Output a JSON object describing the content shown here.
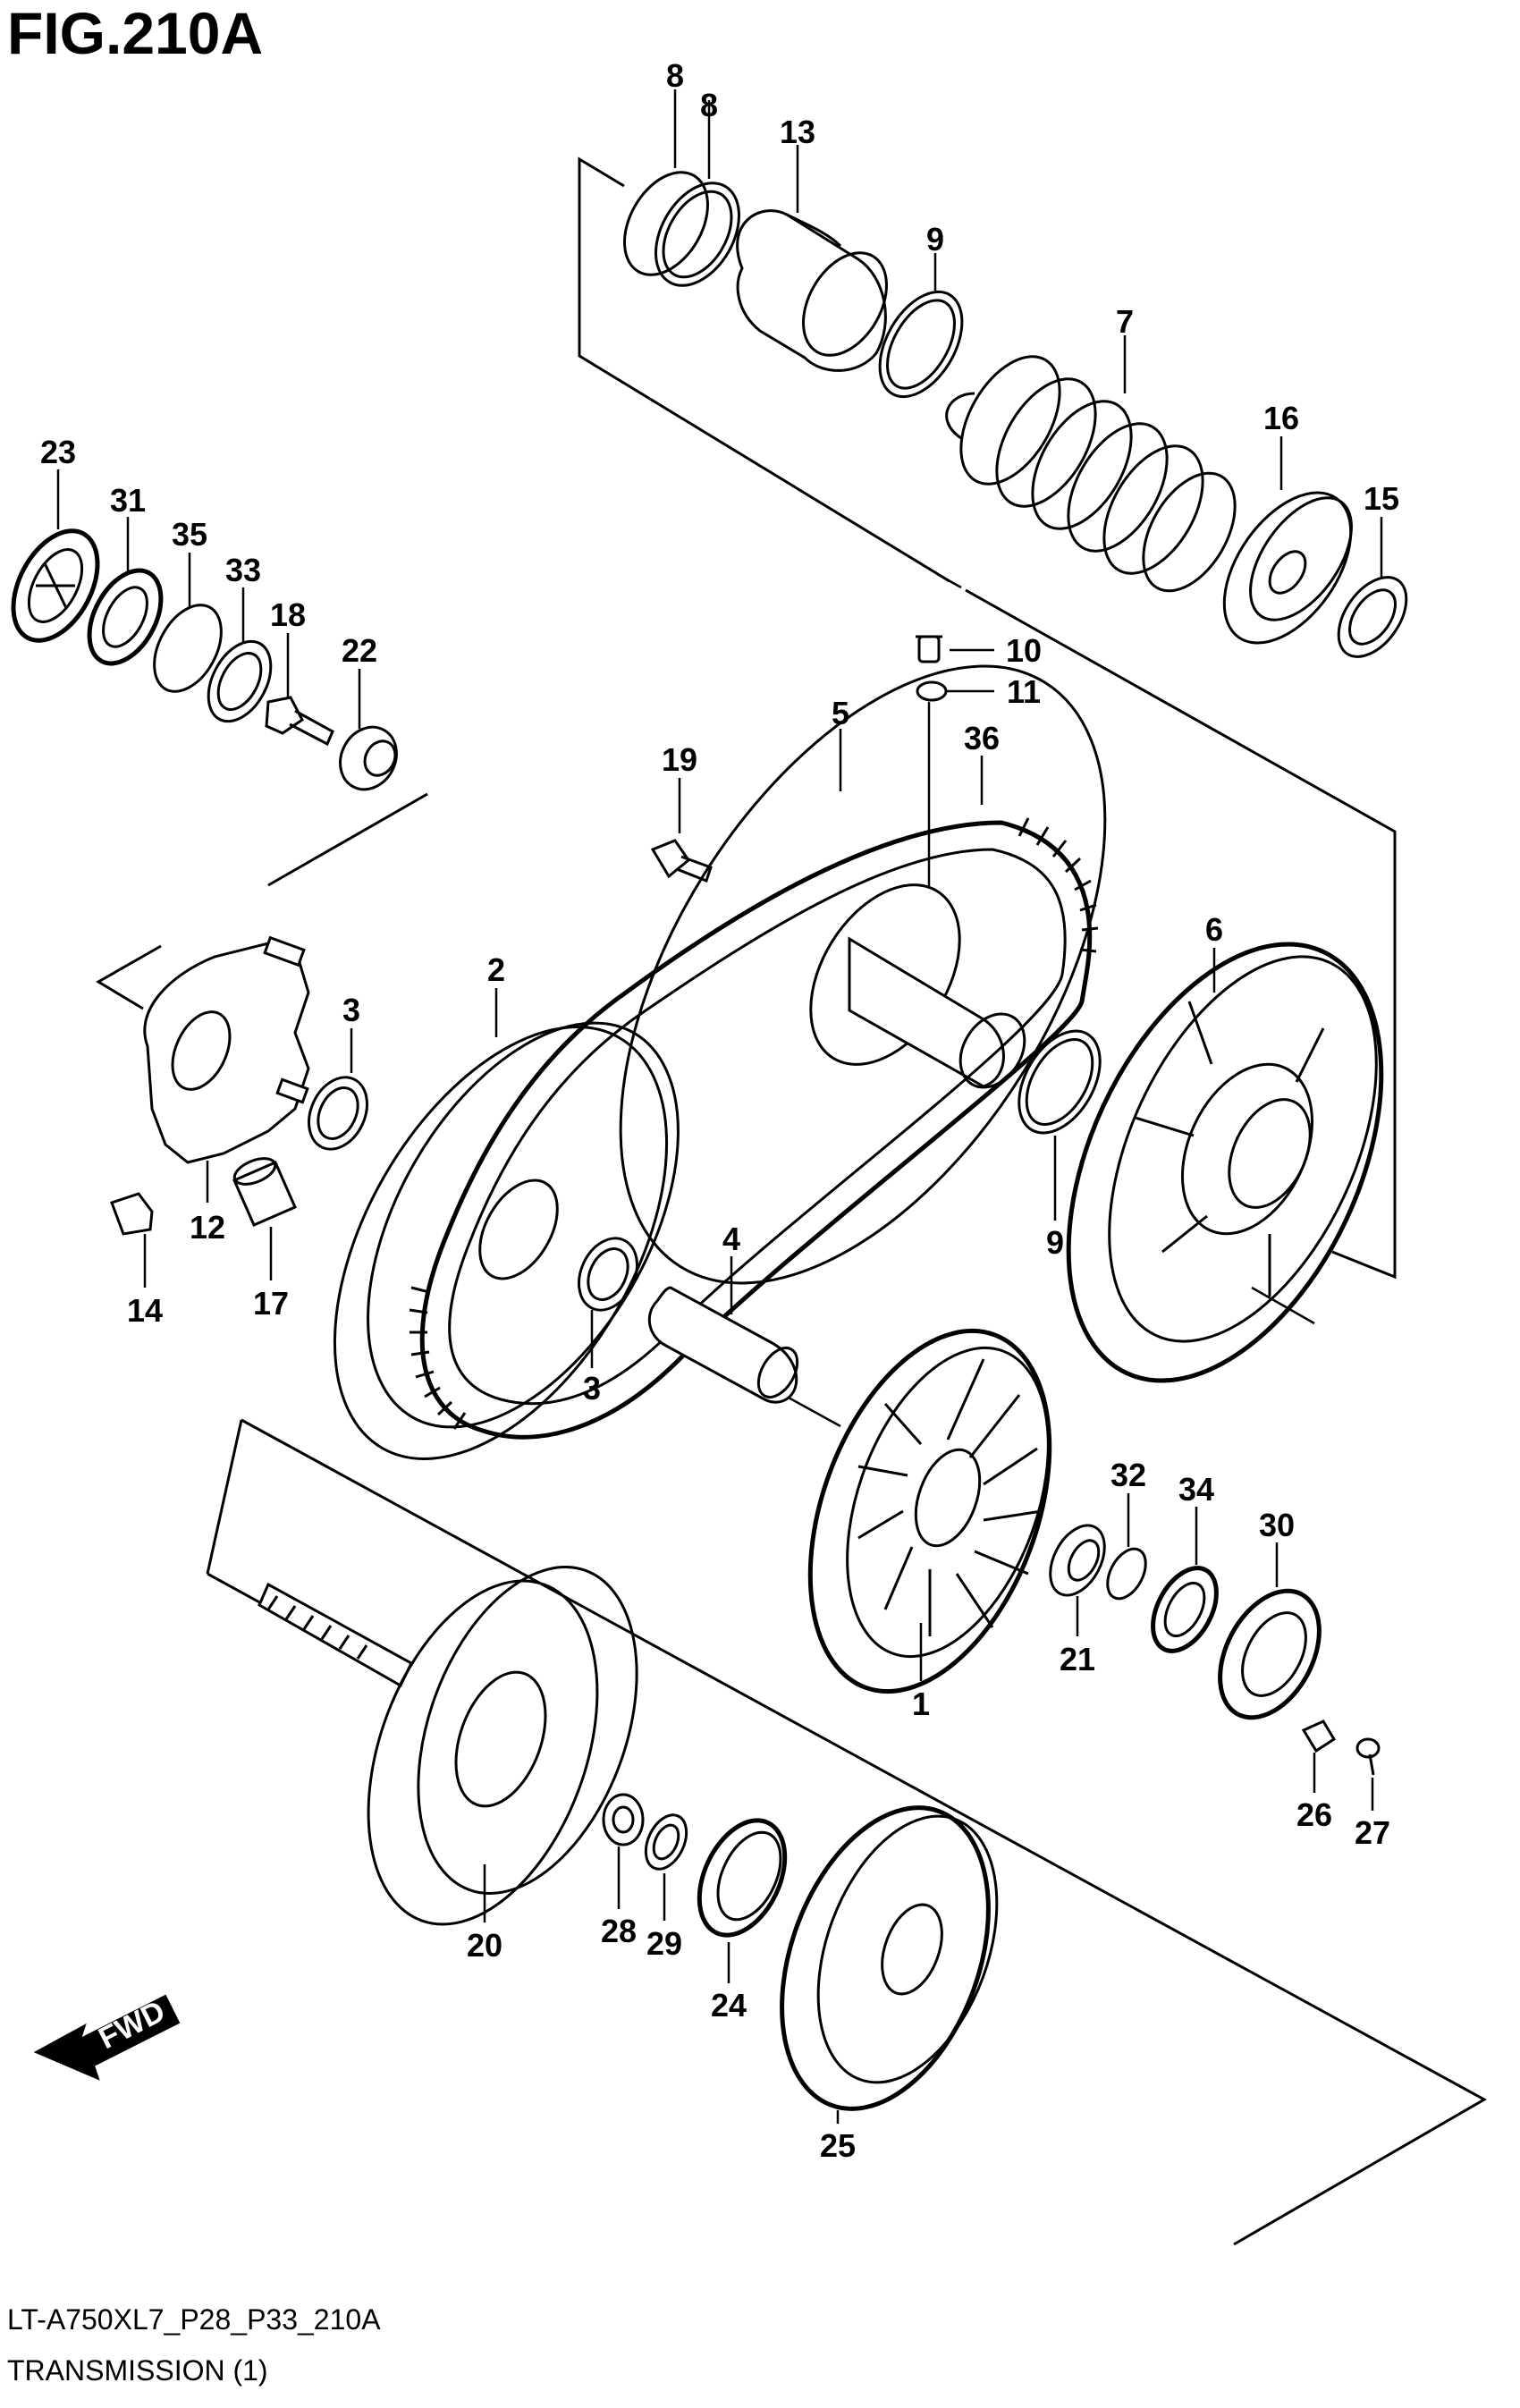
{
  "figure": {
    "title": "FIG.210A",
    "model_code": "LT-A750XL7_P28_P33_210A",
    "section_name": "TRANSMISSION (1)",
    "fwd_label": "FWD"
  },
  "callouts": [
    {
      "id": "c8a",
      "label": "8"
    },
    {
      "id": "c8b",
      "label": "8"
    },
    {
      "id": "c13",
      "label": "13"
    },
    {
      "id": "c9a",
      "label": "9"
    },
    {
      "id": "c7",
      "label": "7"
    },
    {
      "id": "c16",
      "label": "16"
    },
    {
      "id": "c15",
      "label": "15"
    },
    {
      "id": "c23",
      "label": "23"
    },
    {
      "id": "c31",
      "label": "31"
    },
    {
      "id": "c35",
      "label": "35"
    },
    {
      "id": "c33",
      "label": "33"
    },
    {
      "id": "c18",
      "label": "18"
    },
    {
      "id": "c22",
      "label": "22"
    },
    {
      "id": "c10",
      "label": "10"
    },
    {
      "id": "c11",
      "label": "11"
    },
    {
      "id": "c5",
      "label": "5"
    },
    {
      "id": "c36",
      "label": "36"
    },
    {
      "id": "c19",
      "label": "19"
    },
    {
      "id": "c2",
      "label": "2"
    },
    {
      "id": "c3a",
      "label": "3"
    },
    {
      "id": "c6",
      "label": "6"
    },
    {
      "id": "c12",
      "label": "12"
    },
    {
      "id": "c14",
      "label": "14"
    },
    {
      "id": "c17",
      "label": "17"
    },
    {
      "id": "c9b",
      "label": "9"
    },
    {
      "id": "c4",
      "label": "4"
    },
    {
      "id": "c3b",
      "label": "3"
    },
    {
      "id": "c32",
      "label": "32"
    },
    {
      "id": "c34",
      "label": "34"
    },
    {
      "id": "c30",
      "label": "30"
    },
    {
      "id": "c1",
      "label": "1"
    },
    {
      "id": "c21",
      "label": "21"
    },
    {
      "id": "c26",
      "label": "26"
    },
    {
      "id": "c27",
      "label": "27"
    },
    {
      "id": "c20",
      "label": "20"
    },
    {
      "id": "c28",
      "label": "28"
    },
    {
      "id": "c29",
      "label": "29"
    },
    {
      "id": "c24",
      "label": "24"
    },
    {
      "id": "c25",
      "label": "25"
    }
  ]
}
